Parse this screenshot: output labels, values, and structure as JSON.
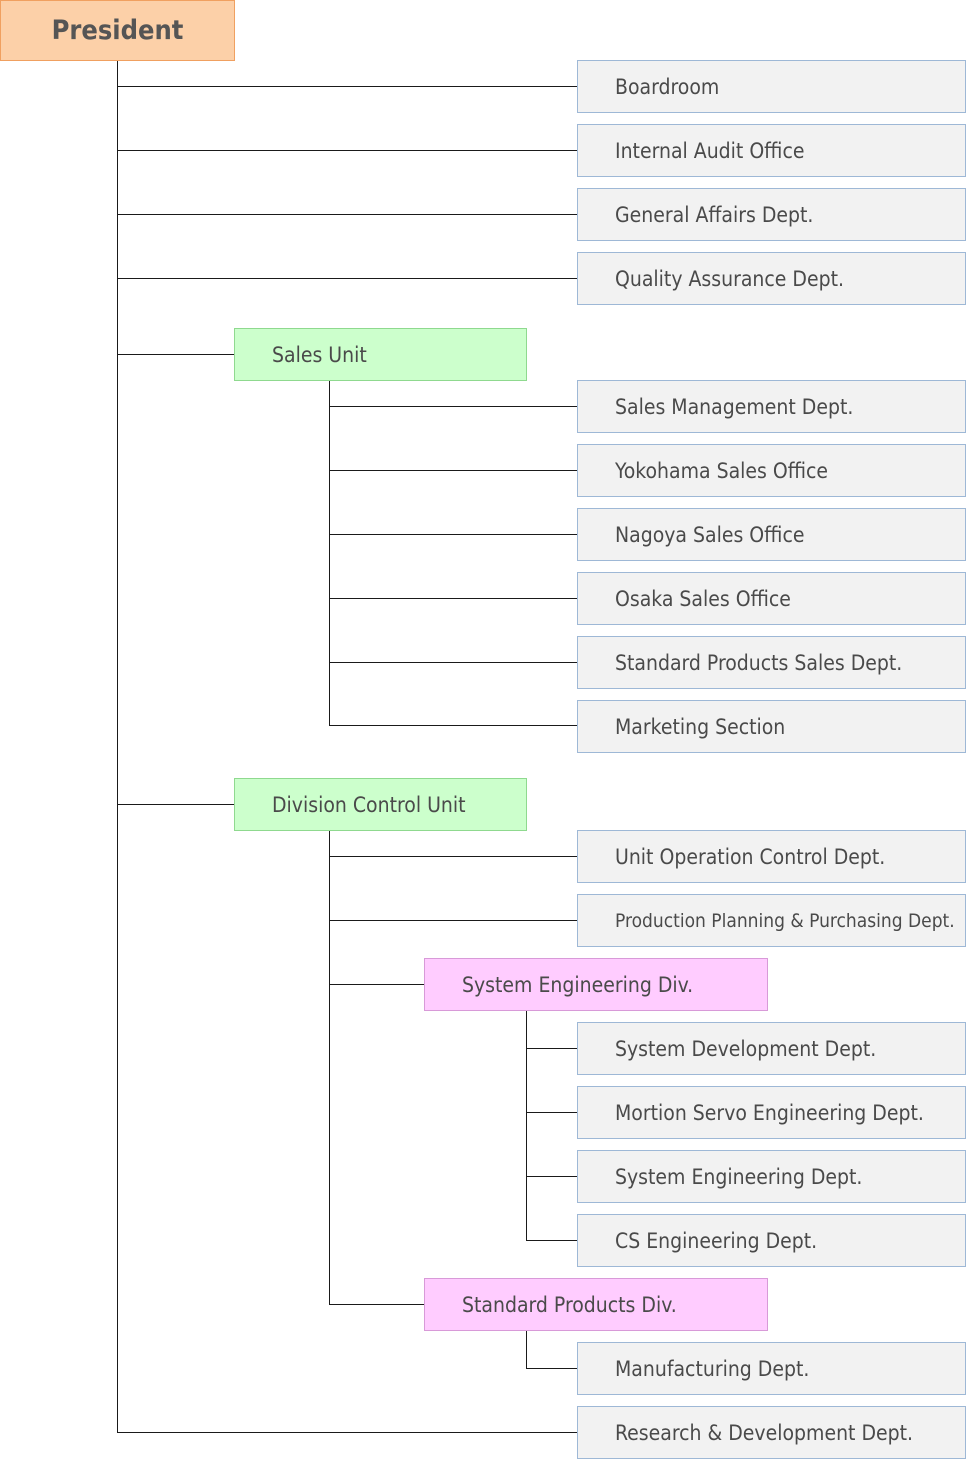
{
  "org_chart": {
    "president": "President",
    "top_depts": [
      "Boardroom",
      "Internal Audit Office",
      "General Affairs Dept.",
      "Quality Assurance Dept."
    ],
    "sales_unit": {
      "label": "Sales Unit",
      "depts": [
        "Sales Management Dept.",
        "Yokohama Sales Office",
        "Nagoya Sales Office",
        "Osaka Sales Office",
        "Standard Products Sales Dept.",
        "Marketing Section"
      ]
    },
    "division_control_unit": {
      "label": "Division Control Unit",
      "depts": [
        "Unit Operation Control Dept.",
        "Production Planning & Purchasing Dept."
      ],
      "system_engineering_div": {
        "label": "System Engineering Div.",
        "depts": [
          "System Development Dept.",
          "Mortion Servo Engineering Dept.",
          "System Engineering Dept.",
          "CS Engineering Dept."
        ]
      },
      "standard_products_div": {
        "label": "Standard Products Div.",
        "depts": [
          "Manufacturing Dept."
        ]
      }
    },
    "research_dept": "Research & Development Dept."
  },
  "colors": {
    "president_fill": "#fcd0a8",
    "unit_fill": "#ccffcc",
    "division_fill": "#ffccff",
    "dept_fill": "#f2f2f2",
    "dept_border": "#9eb8d6",
    "connector": "#1a1a1a"
  }
}
